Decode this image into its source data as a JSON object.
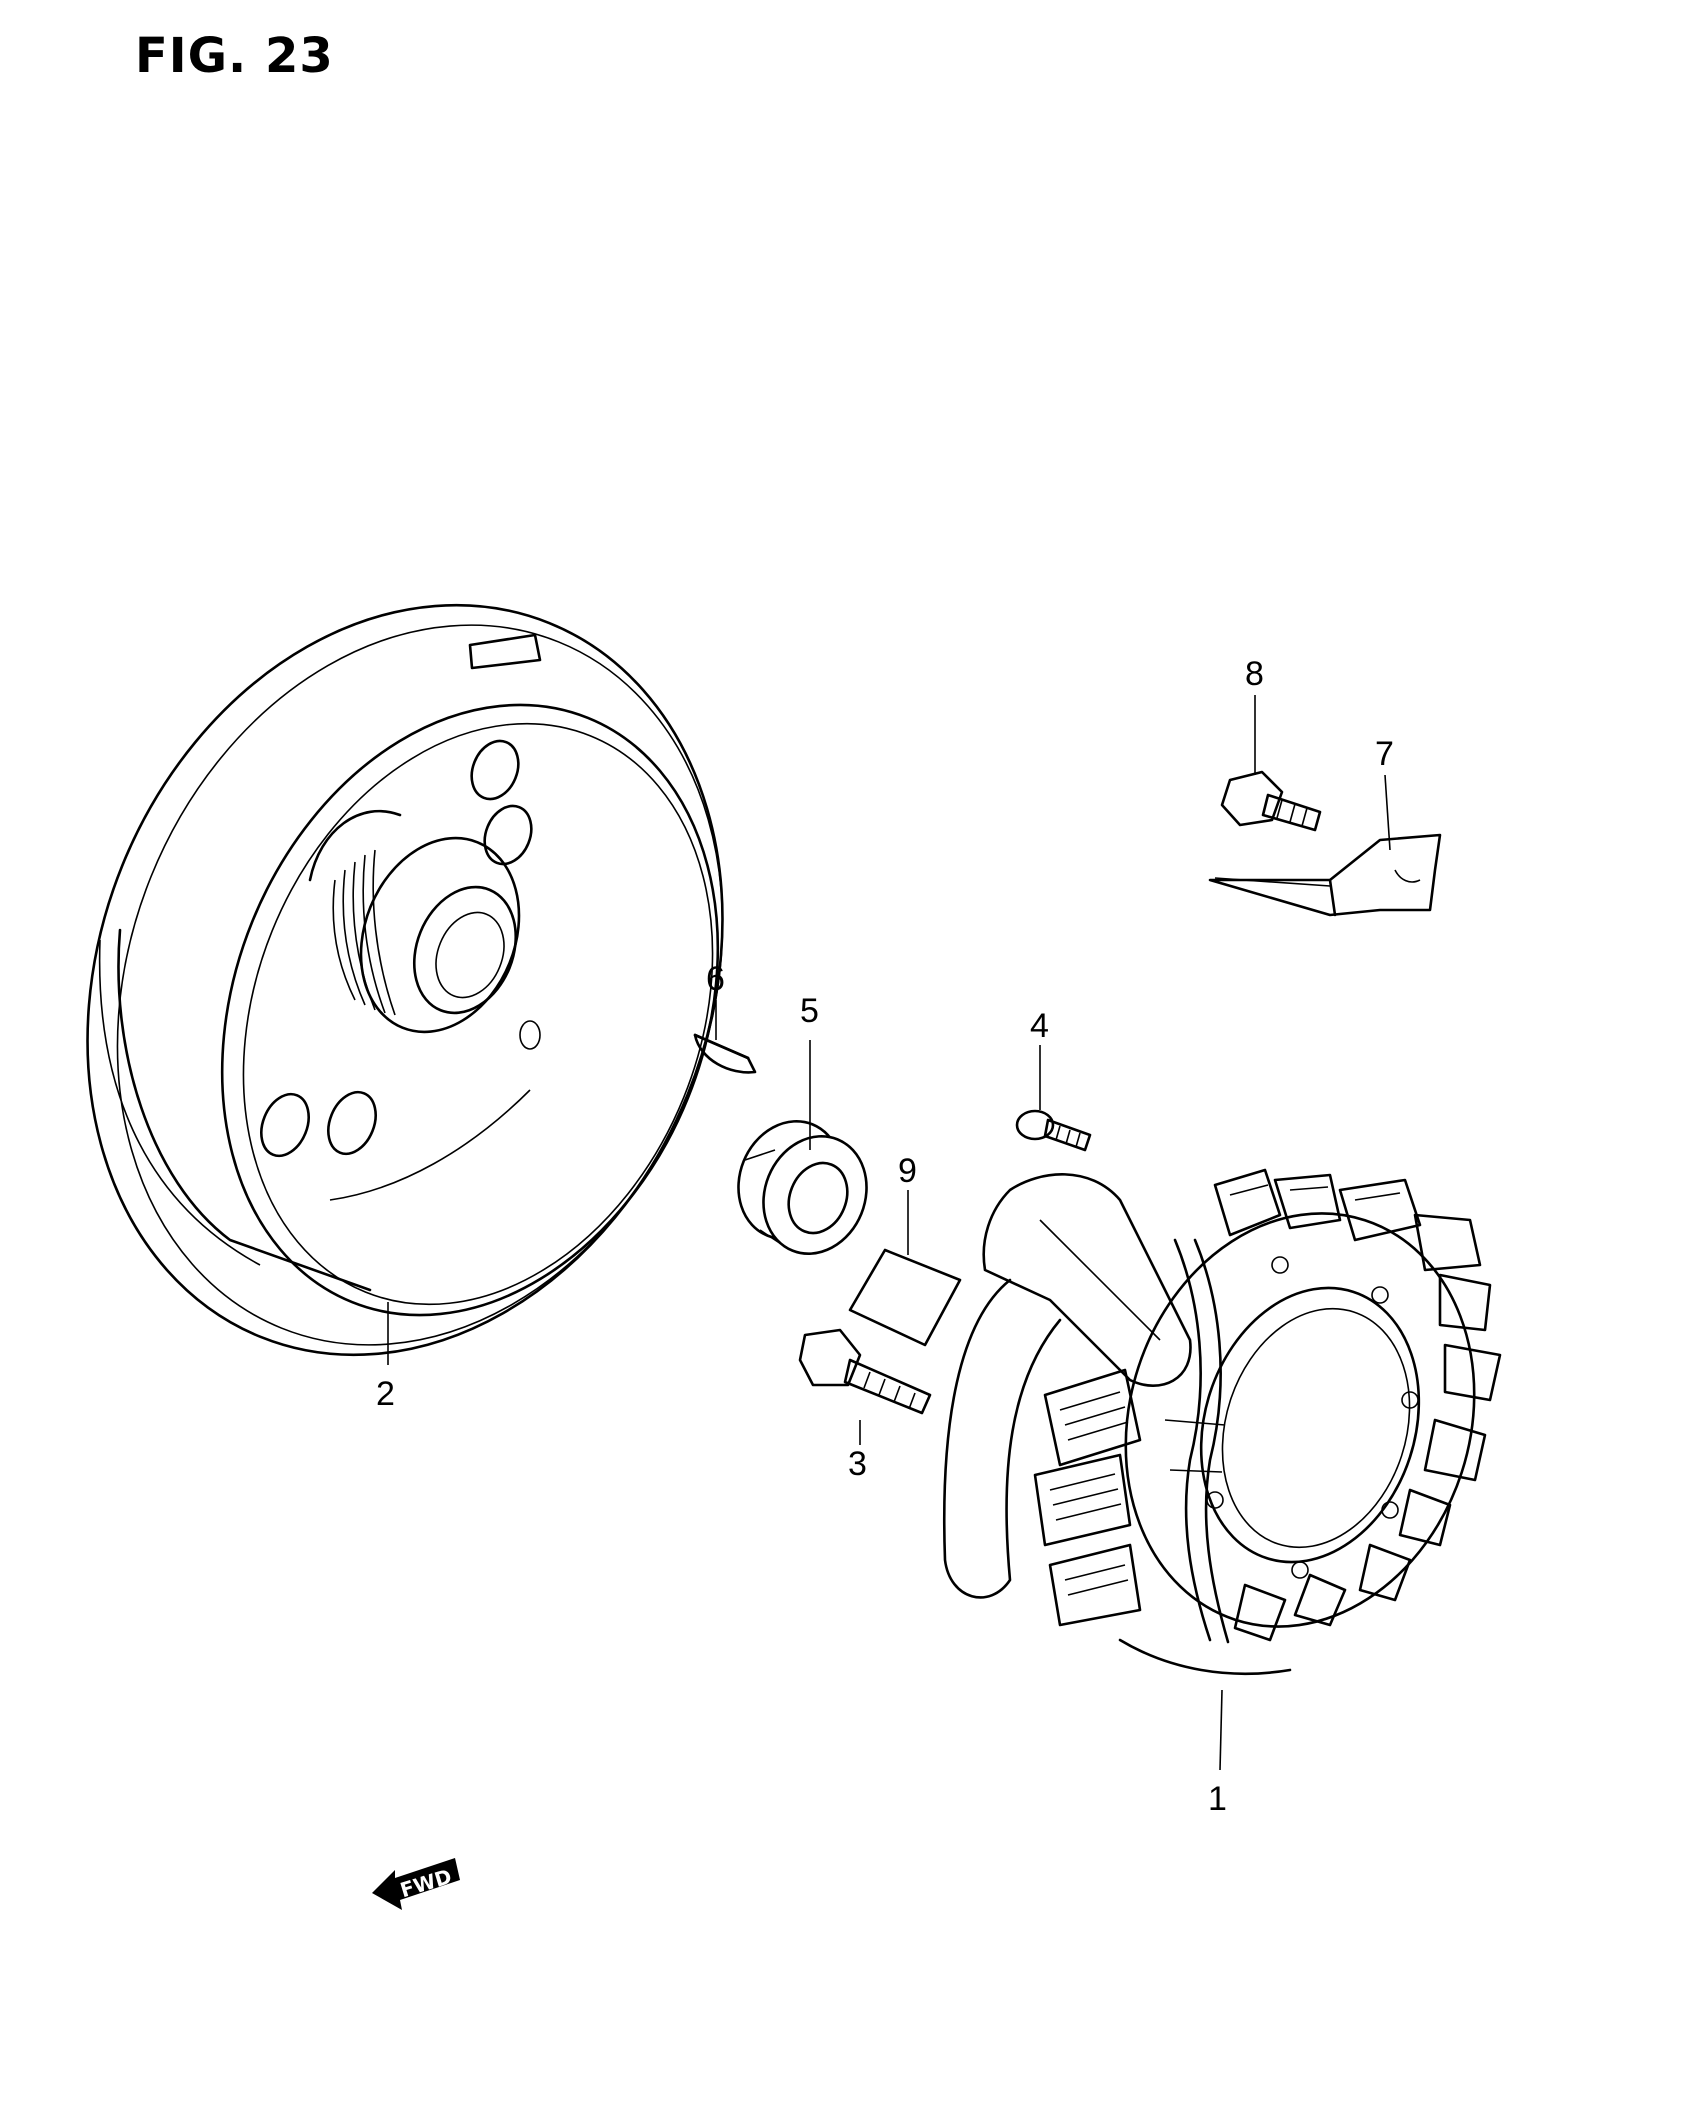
{
  "figure": {
    "title": "FIG. 23",
    "fwd_label": "FWD"
  },
  "callouts": [
    {
      "id": "1",
      "text": "1"
    },
    {
      "id": "2",
      "text": "2"
    },
    {
      "id": "3",
      "text": "3"
    },
    {
      "id": "4",
      "text": "4"
    },
    {
      "id": "5",
      "text": "5"
    },
    {
      "id": "6",
      "text": "6"
    },
    {
      "id": "7",
      "text": "7"
    },
    {
      "id": "8",
      "text": "8"
    },
    {
      "id": "9",
      "text": "9"
    }
  ]
}
